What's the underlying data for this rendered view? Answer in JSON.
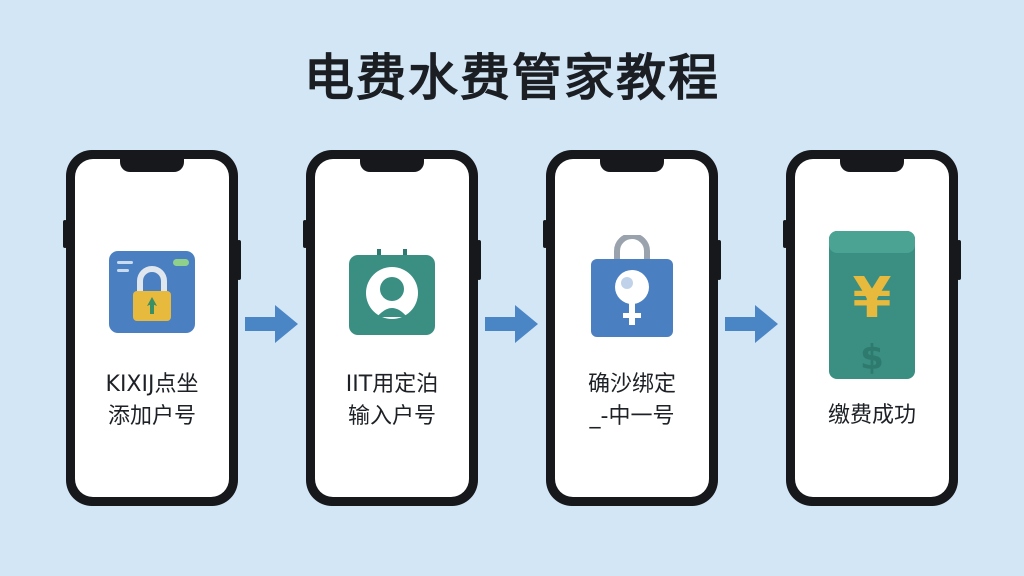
{
  "title": "电费水费管家教程",
  "colors": {
    "background": "#d3e6f6",
    "arrow": "#4a86c5",
    "icon_blue": "#4a7fc2",
    "icon_teal": "#3a8f82",
    "icon_gold": "#e7b93c"
  },
  "steps": [
    {
      "icon": "bill-lock-icon",
      "lines": [
        "KIXIJ点坐",
        "添加户号"
      ]
    },
    {
      "icon": "user-card-icon",
      "lines": [
        "IIT用定泊",
        "输入户号"
      ]
    },
    {
      "icon": "padlock-key-icon",
      "lines": [
        "确沙绑定",
        "_-中一号"
      ]
    },
    {
      "icon": "yuan-wallet-icon",
      "lines": [
        "缴费成功"
      ]
    }
  ],
  "arrows": [
    "arrow-right-icon",
    "arrow-right-icon",
    "arrow-right-icon"
  ]
}
